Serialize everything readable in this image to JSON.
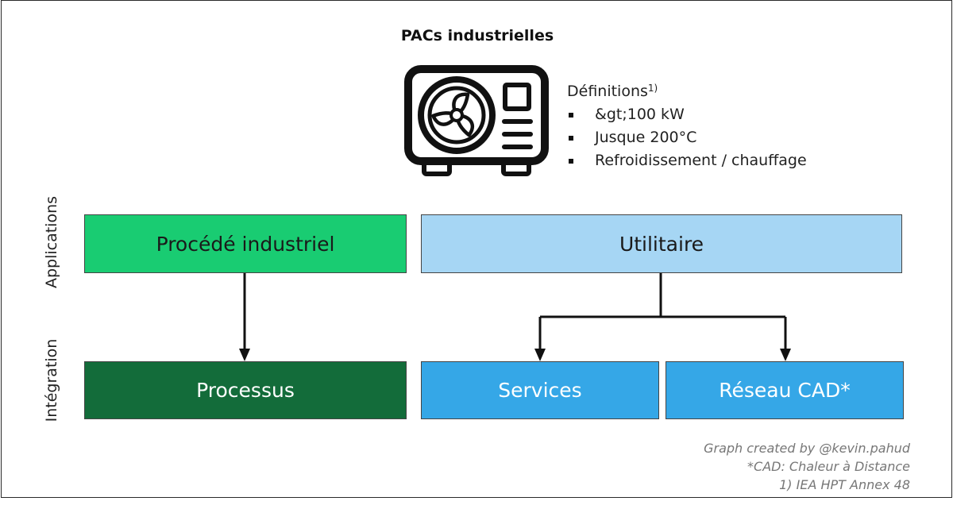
{
  "title": "PACs industrielles",
  "icon": "heat-pump-unit-icon",
  "definitions": {
    "heading": "Définitions",
    "note_marker": "1)",
    "items": [
      "&gt;100 kW",
      "Jusque 200°C",
      "Refroidissement / chauffage"
    ]
  },
  "axis_labels": {
    "applications": "Applications",
    "integration": "Intégration"
  },
  "applications": {
    "process": "Procédé industriel",
    "utility": "Utilitaire"
  },
  "integration": {
    "process": "Processus",
    "services": "Services",
    "network": "Réseau CAD*"
  },
  "credits": {
    "author": "Graph created by @kevin.pahud",
    "cad_note": "*CAD: Chaleur à Distance",
    "source": "1) IEA HPT Annex 48"
  },
  "colors": {
    "app_process": "#19cc72",
    "app_utility": "#a6d6f4",
    "int_process": "#136c3a",
    "int_services": "#35a7e7"
  }
}
